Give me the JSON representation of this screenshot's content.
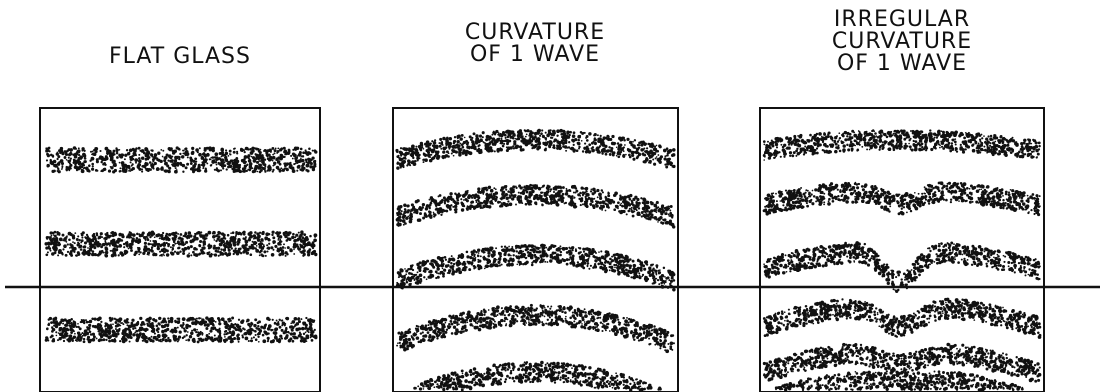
{
  "panels": [
    {
      "id": "flat",
      "title": "FLAT GLASS"
    },
    {
      "id": "curved",
      "title": "CURVATURE\nOF 1 WAVE"
    },
    {
      "id": "irregular",
      "title": "IRREGULAR\nCURVATURE\nOF 1 WAVE"
    }
  ]
}
